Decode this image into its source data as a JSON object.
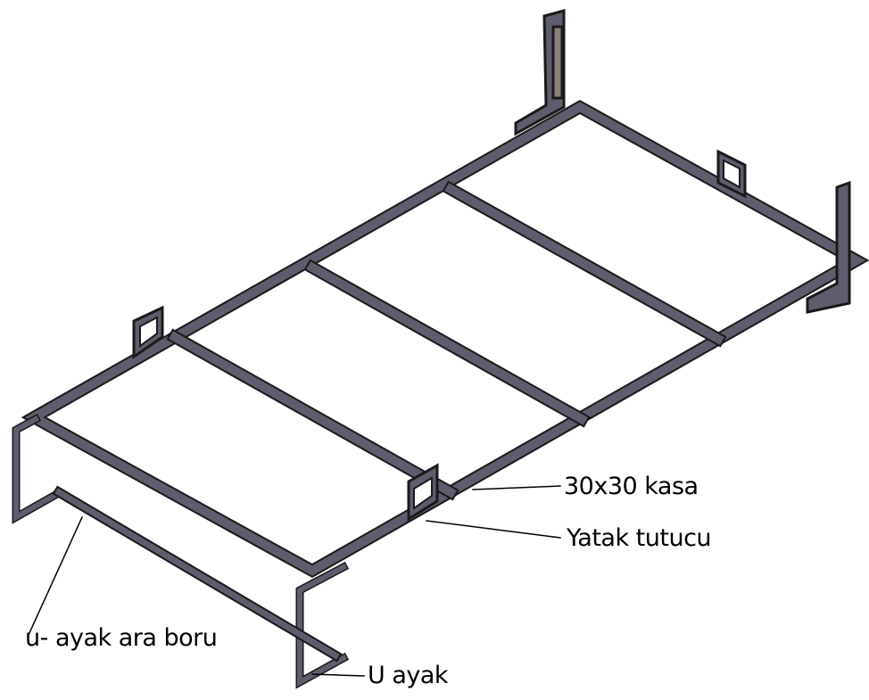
{
  "labels": {
    "frame": "30x30 kasa",
    "bed_holder": "Yatak tutucu",
    "leg_tube": "u- ayak ara boru",
    "u_leg": "U ayak"
  },
  "colors": {
    "steel": "#5d5d6e",
    "outline": "#1a1a1a"
  }
}
